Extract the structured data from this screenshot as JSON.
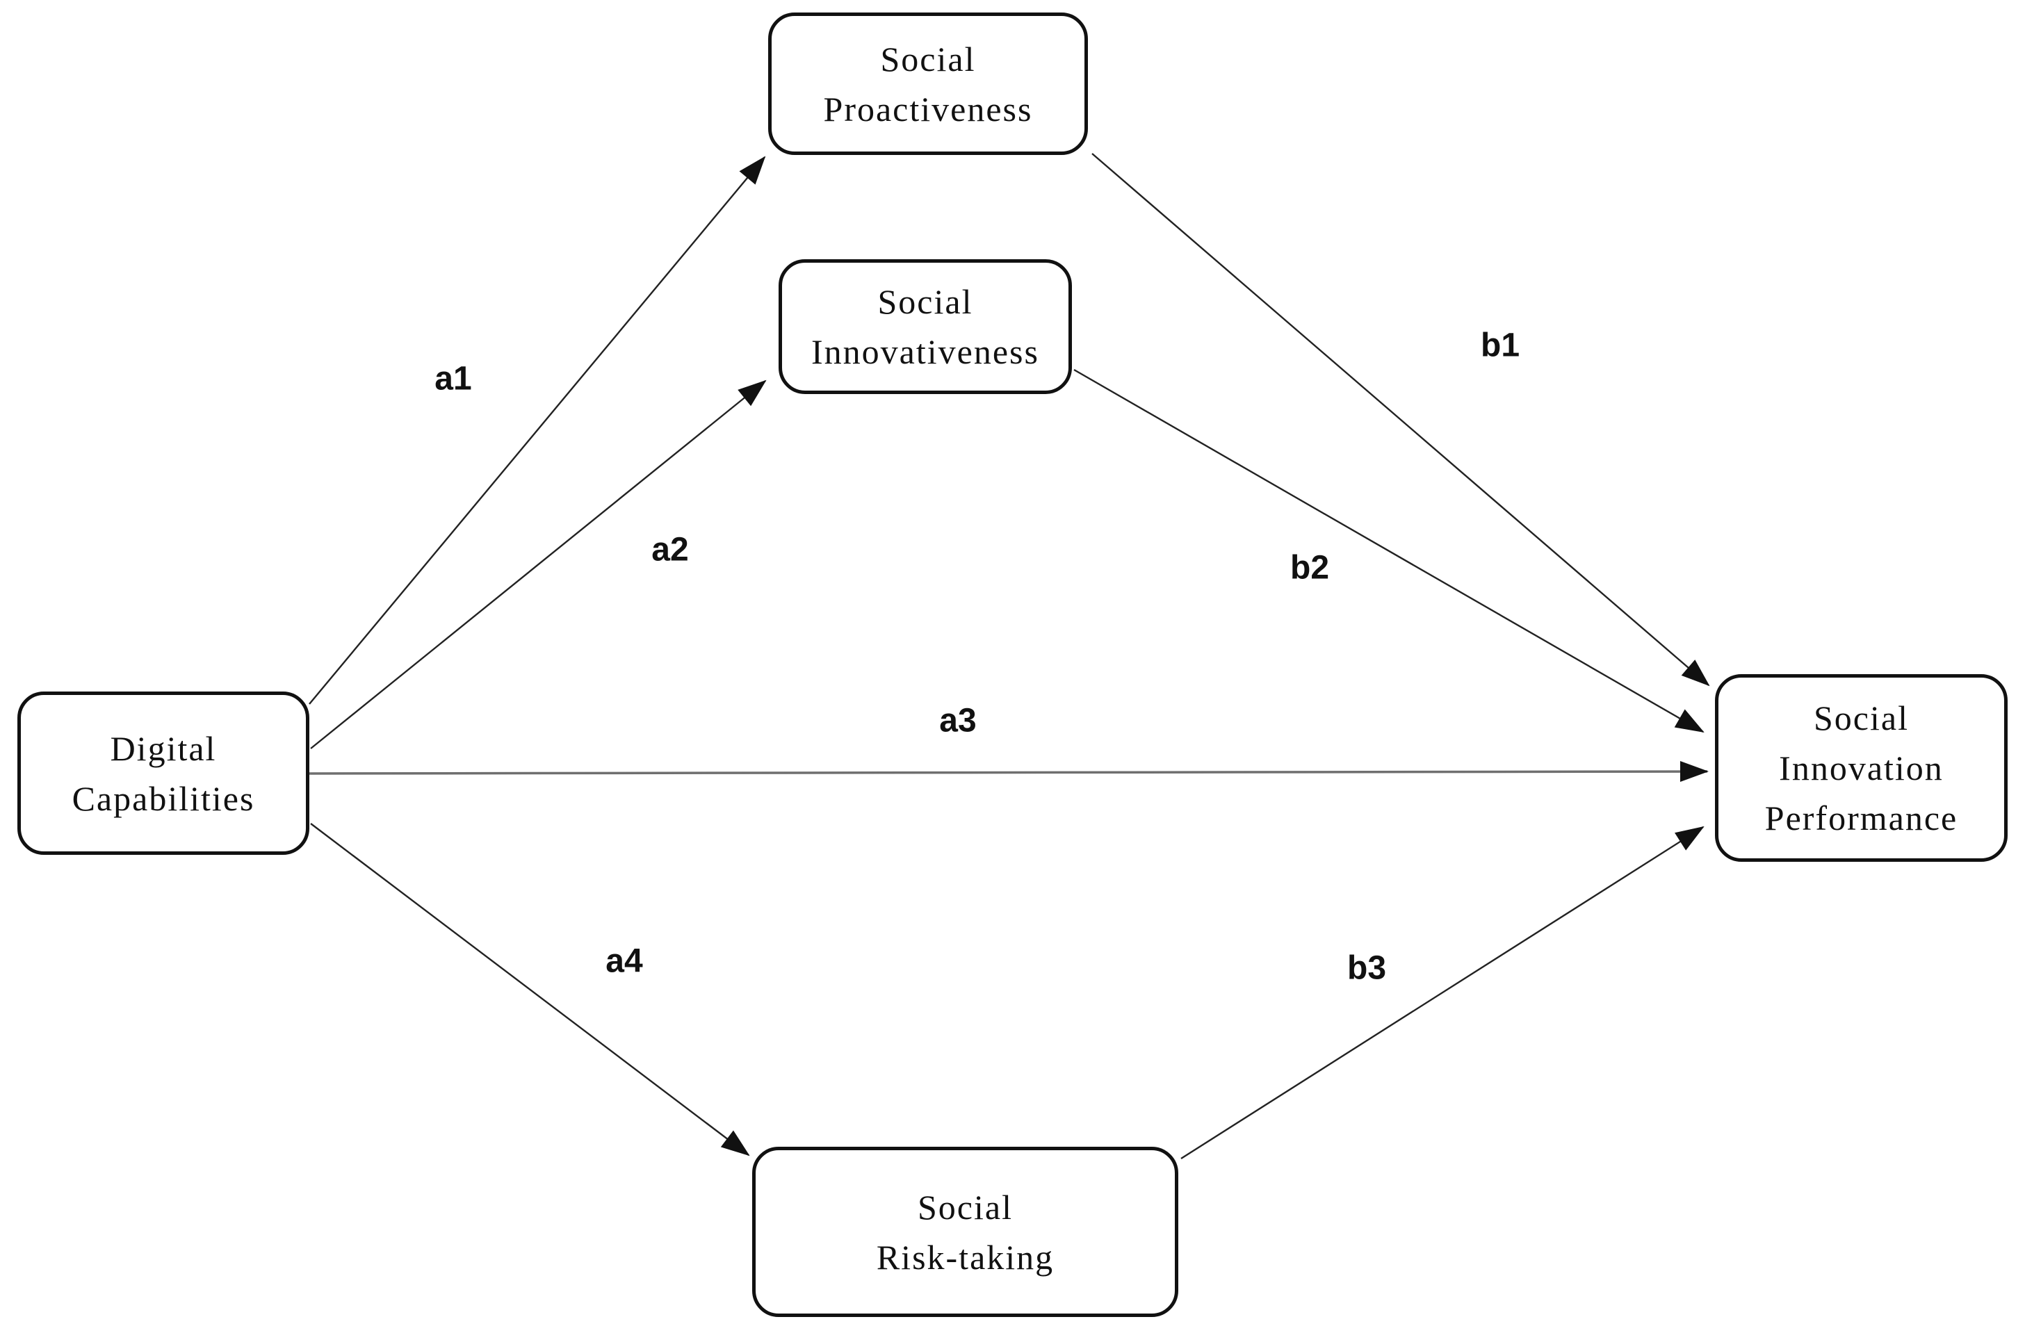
{
  "diagram": {
    "type": "path-model",
    "nodes": [
      {
        "id": "digital-capabilities",
        "lines": [
          "Digital",
          "Capabilities"
        ]
      },
      {
        "id": "social-proactiveness",
        "lines": [
          "Social",
          "Proactiveness"
        ]
      },
      {
        "id": "social-innovativeness",
        "lines": [
          "Social",
          "Innovativeness"
        ]
      },
      {
        "id": "social-risk-taking",
        "lines": [
          "Social",
          "Risk-taking"
        ]
      },
      {
        "id": "social-innovation-performance",
        "lines": [
          "Social",
          "Innovation",
          "Performance"
        ]
      }
    ],
    "edges": [
      {
        "label": "a1",
        "from": "digital-capabilities",
        "to": "social-proactiveness"
      },
      {
        "label": "a2",
        "from": "digital-capabilities",
        "to": "social-innovativeness"
      },
      {
        "label": "a3",
        "from": "digital-capabilities",
        "to": "social-innovation-performance"
      },
      {
        "label": "a4",
        "from": "digital-capabilities",
        "to": "social-risk-taking"
      },
      {
        "label": "b1",
        "from": "social-proactiveness",
        "to": "social-innovation-performance"
      },
      {
        "label": "b2",
        "from": "social-innovativeness",
        "to": "social-innovation-performance"
      },
      {
        "label": "b3",
        "from": "social-risk-taking",
        "to": "social-innovation-performance"
      }
    ],
    "colors": {
      "background": "#ffffff",
      "box_border": "#111111",
      "text": "#111111",
      "arrow": "#222222",
      "arrow_horizontal": "#6f6f6f"
    }
  }
}
